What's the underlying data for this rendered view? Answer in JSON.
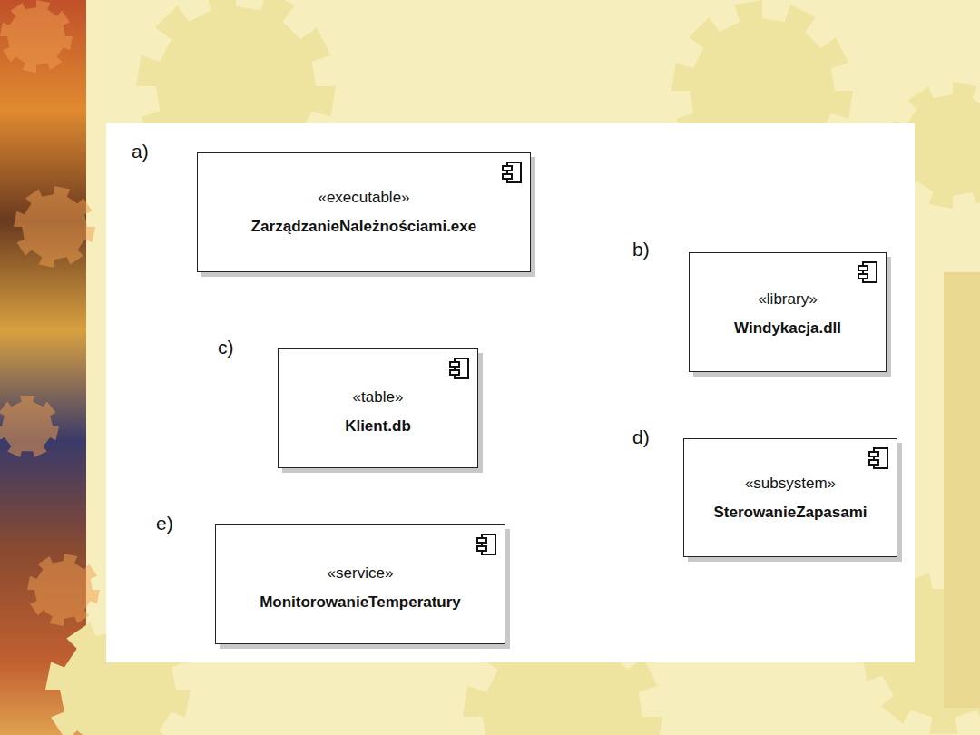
{
  "diagram": {
    "nodes": [
      {
        "text": [
          "«executable»",
          "ZarządzanieNależnościami.exe"
        ]
      },
      {
        "text": [
          "«library»",
          "Windykacja.dll"
        ]
      },
      {
        "text": [
          "«table»",
          "Klient.db"
        ]
      },
      {
        "text": [
          "«subsystem»",
          "SterowanieZapasami"
        ]
      },
      {
        "text": [
          "«service»",
          "MonitorowanieTemperatury"
        ]
      }
    ],
    "labels": [
      "a)",
      "b)",
      "c)",
      "d)",
      "e)"
    ]
  }
}
